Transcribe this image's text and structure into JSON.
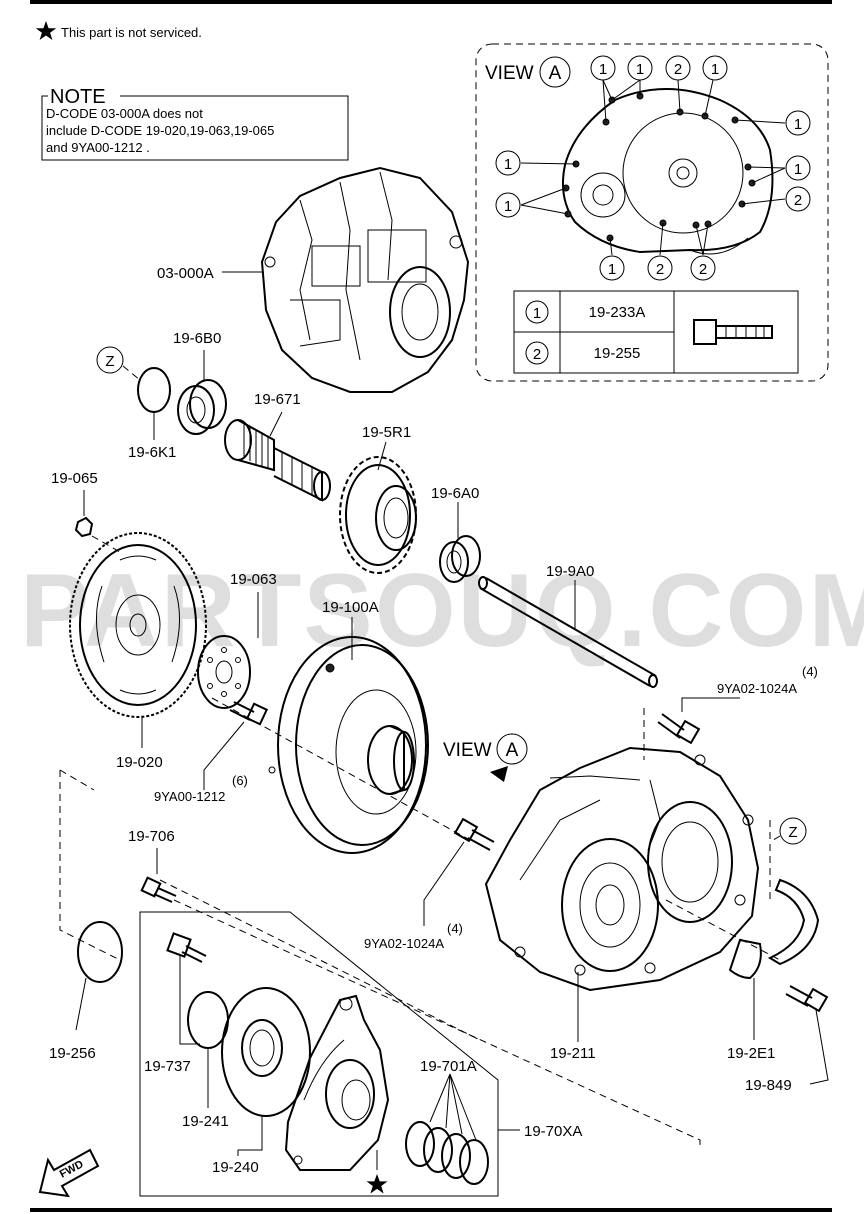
{
  "legend_star": "This part is not serviced.",
  "note": {
    "title": "NOTE",
    "lines": [
      "D-CODE 03-000A does not",
      "include D-CODE 19-020,19-063,19-065",
      "and 9YA00-1212 ."
    ]
  },
  "view_a": {
    "title": "VIEW",
    "letter": "A",
    "callout_1": "1",
    "callout_2": "2",
    "table": [
      {
        "ref": "1",
        "code": "19-233A"
      },
      {
        "ref": "2",
        "code": "19-255"
      }
    ]
  },
  "labels": {
    "p03000A": "03-000A",
    "p196B0": "19-6B0",
    "z": "Z",
    "p196K1": "19-6K1",
    "p19671": "19-671",
    "p195R1": "19-5R1",
    "p19065": "19-065",
    "p196A0": "19-6A0",
    "p199A0": "19-9A0",
    "p19063": "19-063",
    "p19100A": "19-100A",
    "qty4a": "(4)",
    "p9YA021024A_top": "9YA02-1024A",
    "p19020": "19-020",
    "qty6": "(6)",
    "p9YA001212": "9YA00-1212",
    "view": "VIEW",
    "a": "A",
    "p19706": "19-706",
    "qty4b": "(4)",
    "p9YA021024A_mid": "9YA02-1024A",
    "p19256": "19-256",
    "p19737": "19-737",
    "p19241": "19-241",
    "p19240": "19-240",
    "p19701A": "19-701A",
    "p1970XA": "19-70XA",
    "p19211": "19-211",
    "p192E1": "19-2E1",
    "p19849": "19-849",
    "fwd": "FWD"
  },
  "watermark": "PARTSOUQ.COM"
}
